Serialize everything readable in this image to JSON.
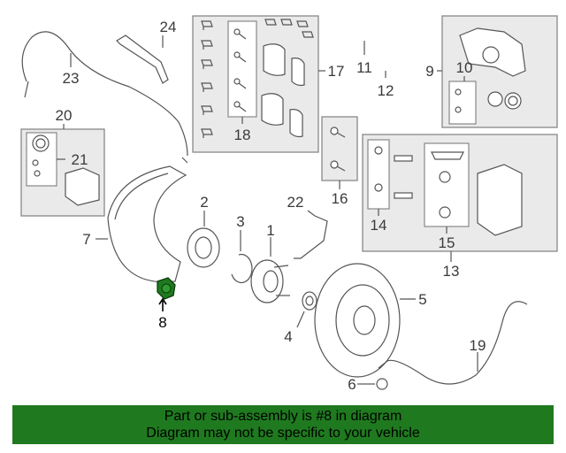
{
  "callouts": {
    "c1": "1",
    "c2": "2",
    "c3": "3",
    "c4": "4",
    "c5": "5",
    "c6": "6",
    "c7": "7",
    "c8": "8",
    "c9": "9",
    "c10": "10",
    "c11": "11",
    "c12": "12",
    "c13": "13",
    "c14": "14",
    "c15": "15",
    "c16": "16",
    "c17": "17",
    "c18": "18",
    "c19": "19",
    "c20": "20",
    "c21": "21",
    "c22": "22",
    "c23": "23",
    "c24": "24"
  },
  "highlight": {
    "part_number": "8",
    "color": "#1f7a1f"
  },
  "notice": {
    "line1": "Part or sub-assembly is #8 in diagram",
    "line2": "Diagram may not be specific to your vehicle",
    "background": "#1f7a1f"
  }
}
